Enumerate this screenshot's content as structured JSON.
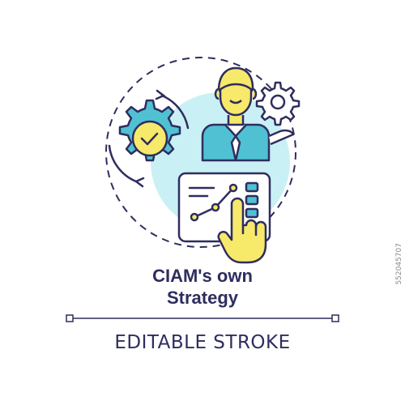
{
  "title": {
    "line1": "CIAM's own",
    "line2": "Strategy"
  },
  "footer": {
    "caption": "EDITABLE STROKE"
  },
  "stock_id": "552045707",
  "colors": {
    "outline": "#2f2d5e",
    "teal": "#4fc1d3",
    "light_teal": "#c9f0f5",
    "yellow": "#f7e96a"
  },
  "icons": {
    "gear_check": "gear-check-icon",
    "cycle": "cycle-arrows-icon",
    "person": "businessman-icon",
    "small_gear": "small-gear-icon",
    "dashboard": "chart-board-icon",
    "hand": "pointing-hand-icon"
  }
}
